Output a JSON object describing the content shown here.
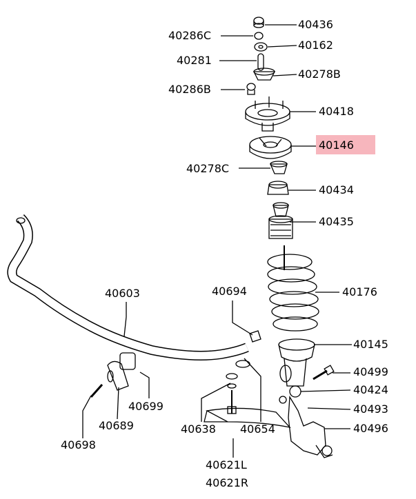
{
  "diagram": {
    "highlight_color": "#f7b6bd",
    "highlighted_part": "40146",
    "labels": {
      "p40436": "40436",
      "p40286C": "40286C",
      "p40162": "40162",
      "p40281": "40281",
      "p40278B": "40278B",
      "p40286B": "40286B",
      "p40418": "40418",
      "p40146": "40146",
      "p40278C": "40278C",
      "p40434": "40434",
      "p40435": "40435",
      "p40603": "40603",
      "p40694": "40694",
      "p40176": "40176",
      "p40145": "40145",
      "p40499": "40499",
      "p40424": "40424",
      "p40493": "40493",
      "p40496": "40496",
      "p40699": "40699",
      "p40689": "40689",
      "p40698": "40698",
      "p40638": "40638",
      "p40654": "40654",
      "p40621L": "40621L",
      "p40621R": "40621R"
    }
  }
}
